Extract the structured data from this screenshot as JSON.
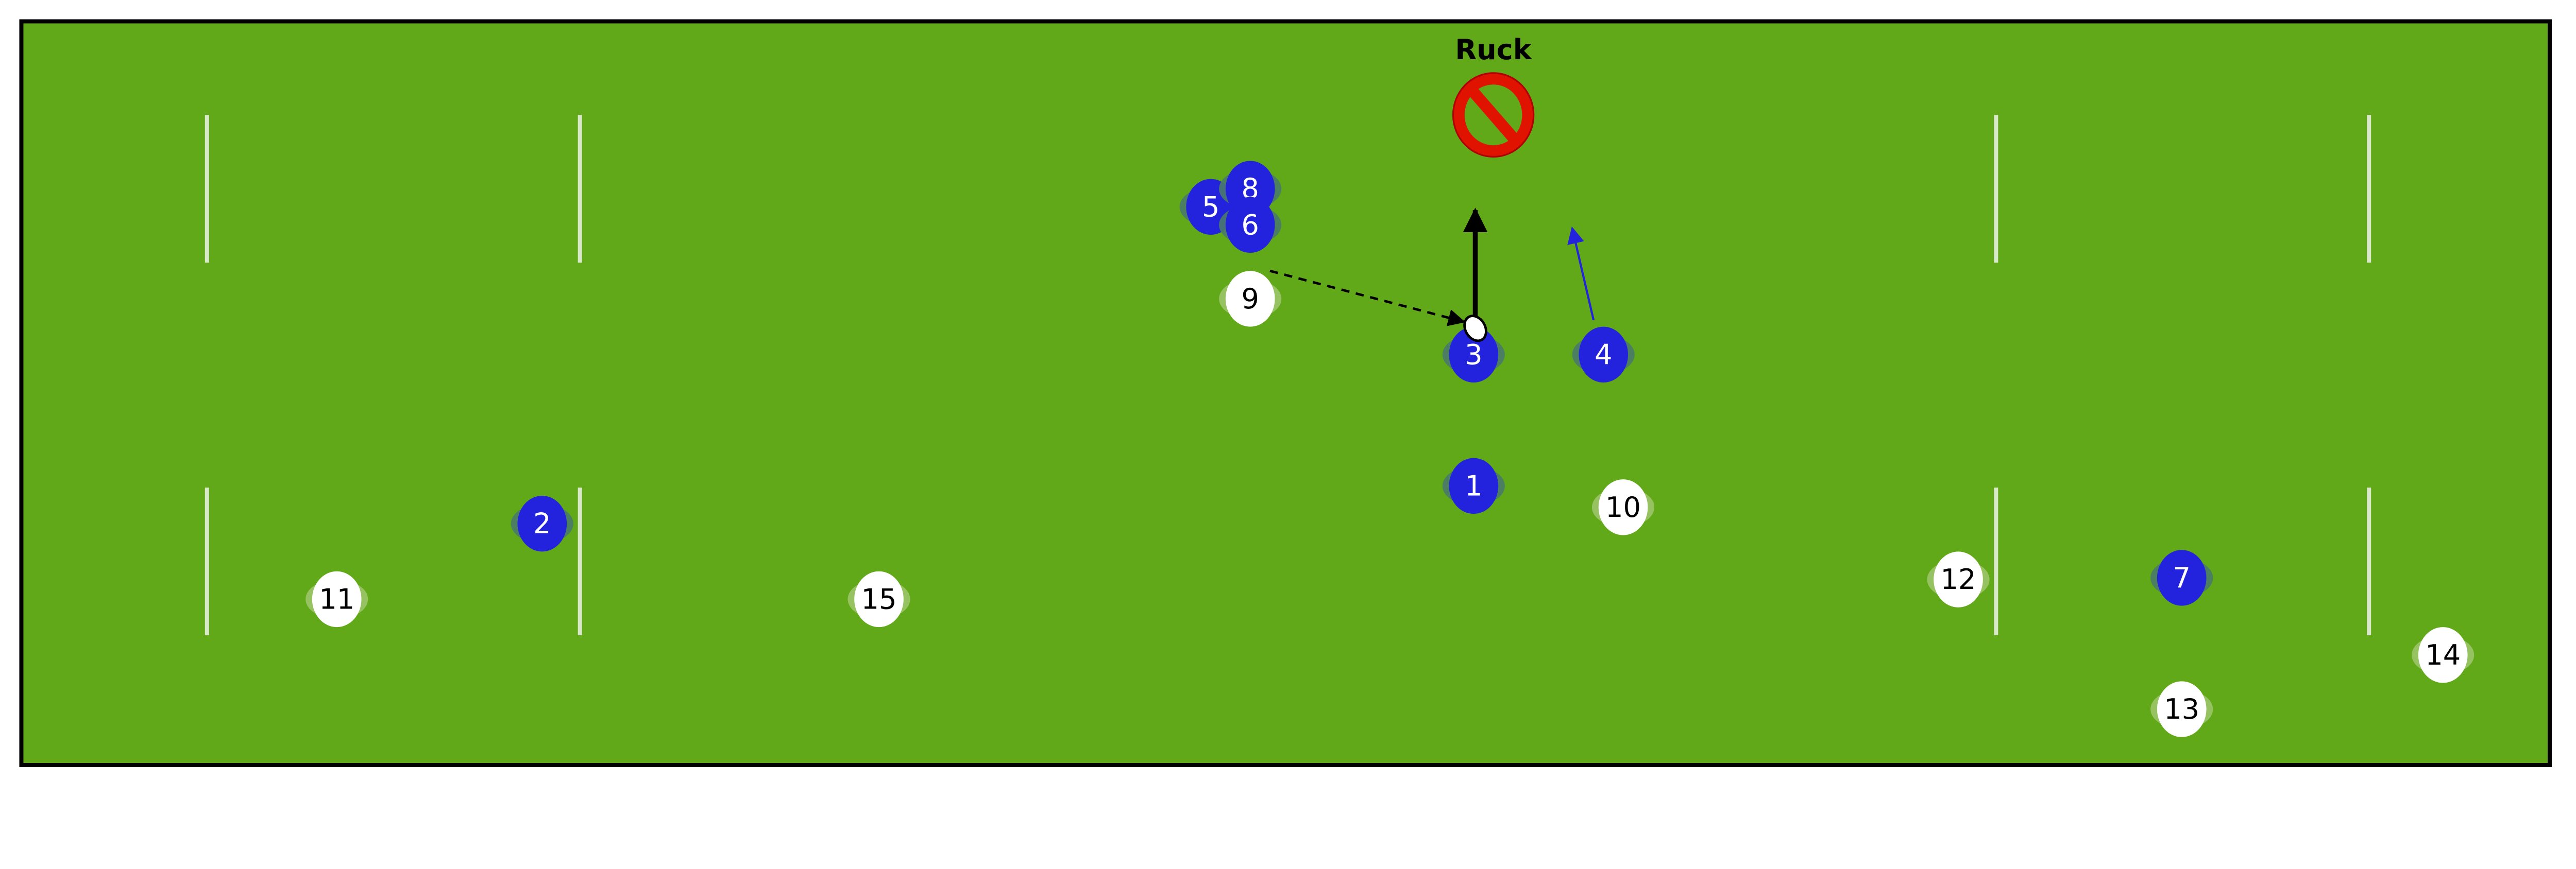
{
  "diagram": {
    "label_ruck": "Ruck",
    "colors": {
      "field": "#61a919",
      "line": "#d8e8c8",
      "attack_team": "#2323dd",
      "defence_team": "#ffffff",
      "no_entry": "#e01200"
    },
    "icons": [
      "no-entry-icon",
      "rugby-ball-icon"
    ],
    "attack_players": [
      "5",
      "8",
      "6",
      "3",
      "4",
      "1",
      "2",
      "7"
    ],
    "defence_players": [
      "9",
      "10",
      "11",
      "15",
      "12",
      "13",
      "14"
    ]
  }
}
